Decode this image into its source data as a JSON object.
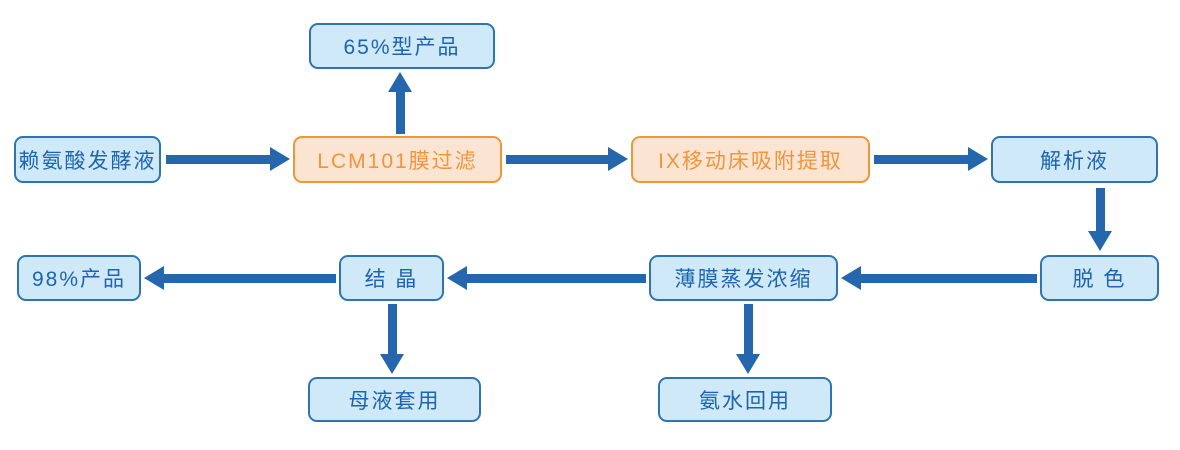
{
  "diagram": {
    "name": "lysine-extraction-process-flowchart",
    "colors": {
      "blue_fill": "#cfe9f8",
      "blue_border": "#2e74b5",
      "blue_text": "#1d64b0",
      "orange_fill": "#fbe5d2",
      "orange_border": "#ef9638",
      "orange_text": "#f0953c",
      "arrow": "#2467ac"
    },
    "nodes": [
      {
        "id": "fermentation-broth",
        "label": "赖氨酸发酵液",
        "style": "blue"
      },
      {
        "id": "lcm101-membrane-filtration",
        "label": "LCM101膜过滤",
        "style": "orange"
      },
      {
        "id": "product-65",
        "label": "65%型产品",
        "style": "blue"
      },
      {
        "id": "ix-moving-bed-adsorption",
        "label": "IX移动床吸附提取",
        "style": "orange"
      },
      {
        "id": "desorption-liquid",
        "label": "解析液",
        "style": "blue"
      },
      {
        "id": "decolorization",
        "label": "脱 色",
        "style": "blue"
      },
      {
        "id": "thin-film-evaporation",
        "label": "薄膜蒸发浓缩",
        "style": "blue"
      },
      {
        "id": "crystallization",
        "label": "结 晶",
        "style": "blue"
      },
      {
        "id": "product-98",
        "label": "98%产品",
        "style": "blue"
      },
      {
        "id": "mother-liquor-reuse",
        "label": "母液套用",
        "style": "blue"
      },
      {
        "id": "ammonia-water-reuse",
        "label": "氨水回用",
        "style": "blue"
      }
    ],
    "edges": [
      {
        "from": "fermentation-broth",
        "to": "lcm101-membrane-filtration",
        "direction": "right"
      },
      {
        "from": "lcm101-membrane-filtration",
        "to": "product-65",
        "direction": "up"
      },
      {
        "from": "lcm101-membrane-filtration",
        "to": "ix-moving-bed-adsorption",
        "direction": "right"
      },
      {
        "from": "ix-moving-bed-adsorption",
        "to": "desorption-liquid",
        "direction": "right"
      },
      {
        "from": "desorption-liquid",
        "to": "decolorization",
        "direction": "down"
      },
      {
        "from": "decolorization",
        "to": "thin-film-evaporation",
        "direction": "left"
      },
      {
        "from": "thin-film-evaporation",
        "to": "crystallization",
        "direction": "left"
      },
      {
        "from": "crystallization",
        "to": "product-98",
        "direction": "left"
      },
      {
        "from": "crystallization",
        "to": "mother-liquor-reuse",
        "direction": "down"
      },
      {
        "from": "thin-film-evaporation",
        "to": "ammonia-water-reuse",
        "direction": "down"
      }
    ]
  }
}
